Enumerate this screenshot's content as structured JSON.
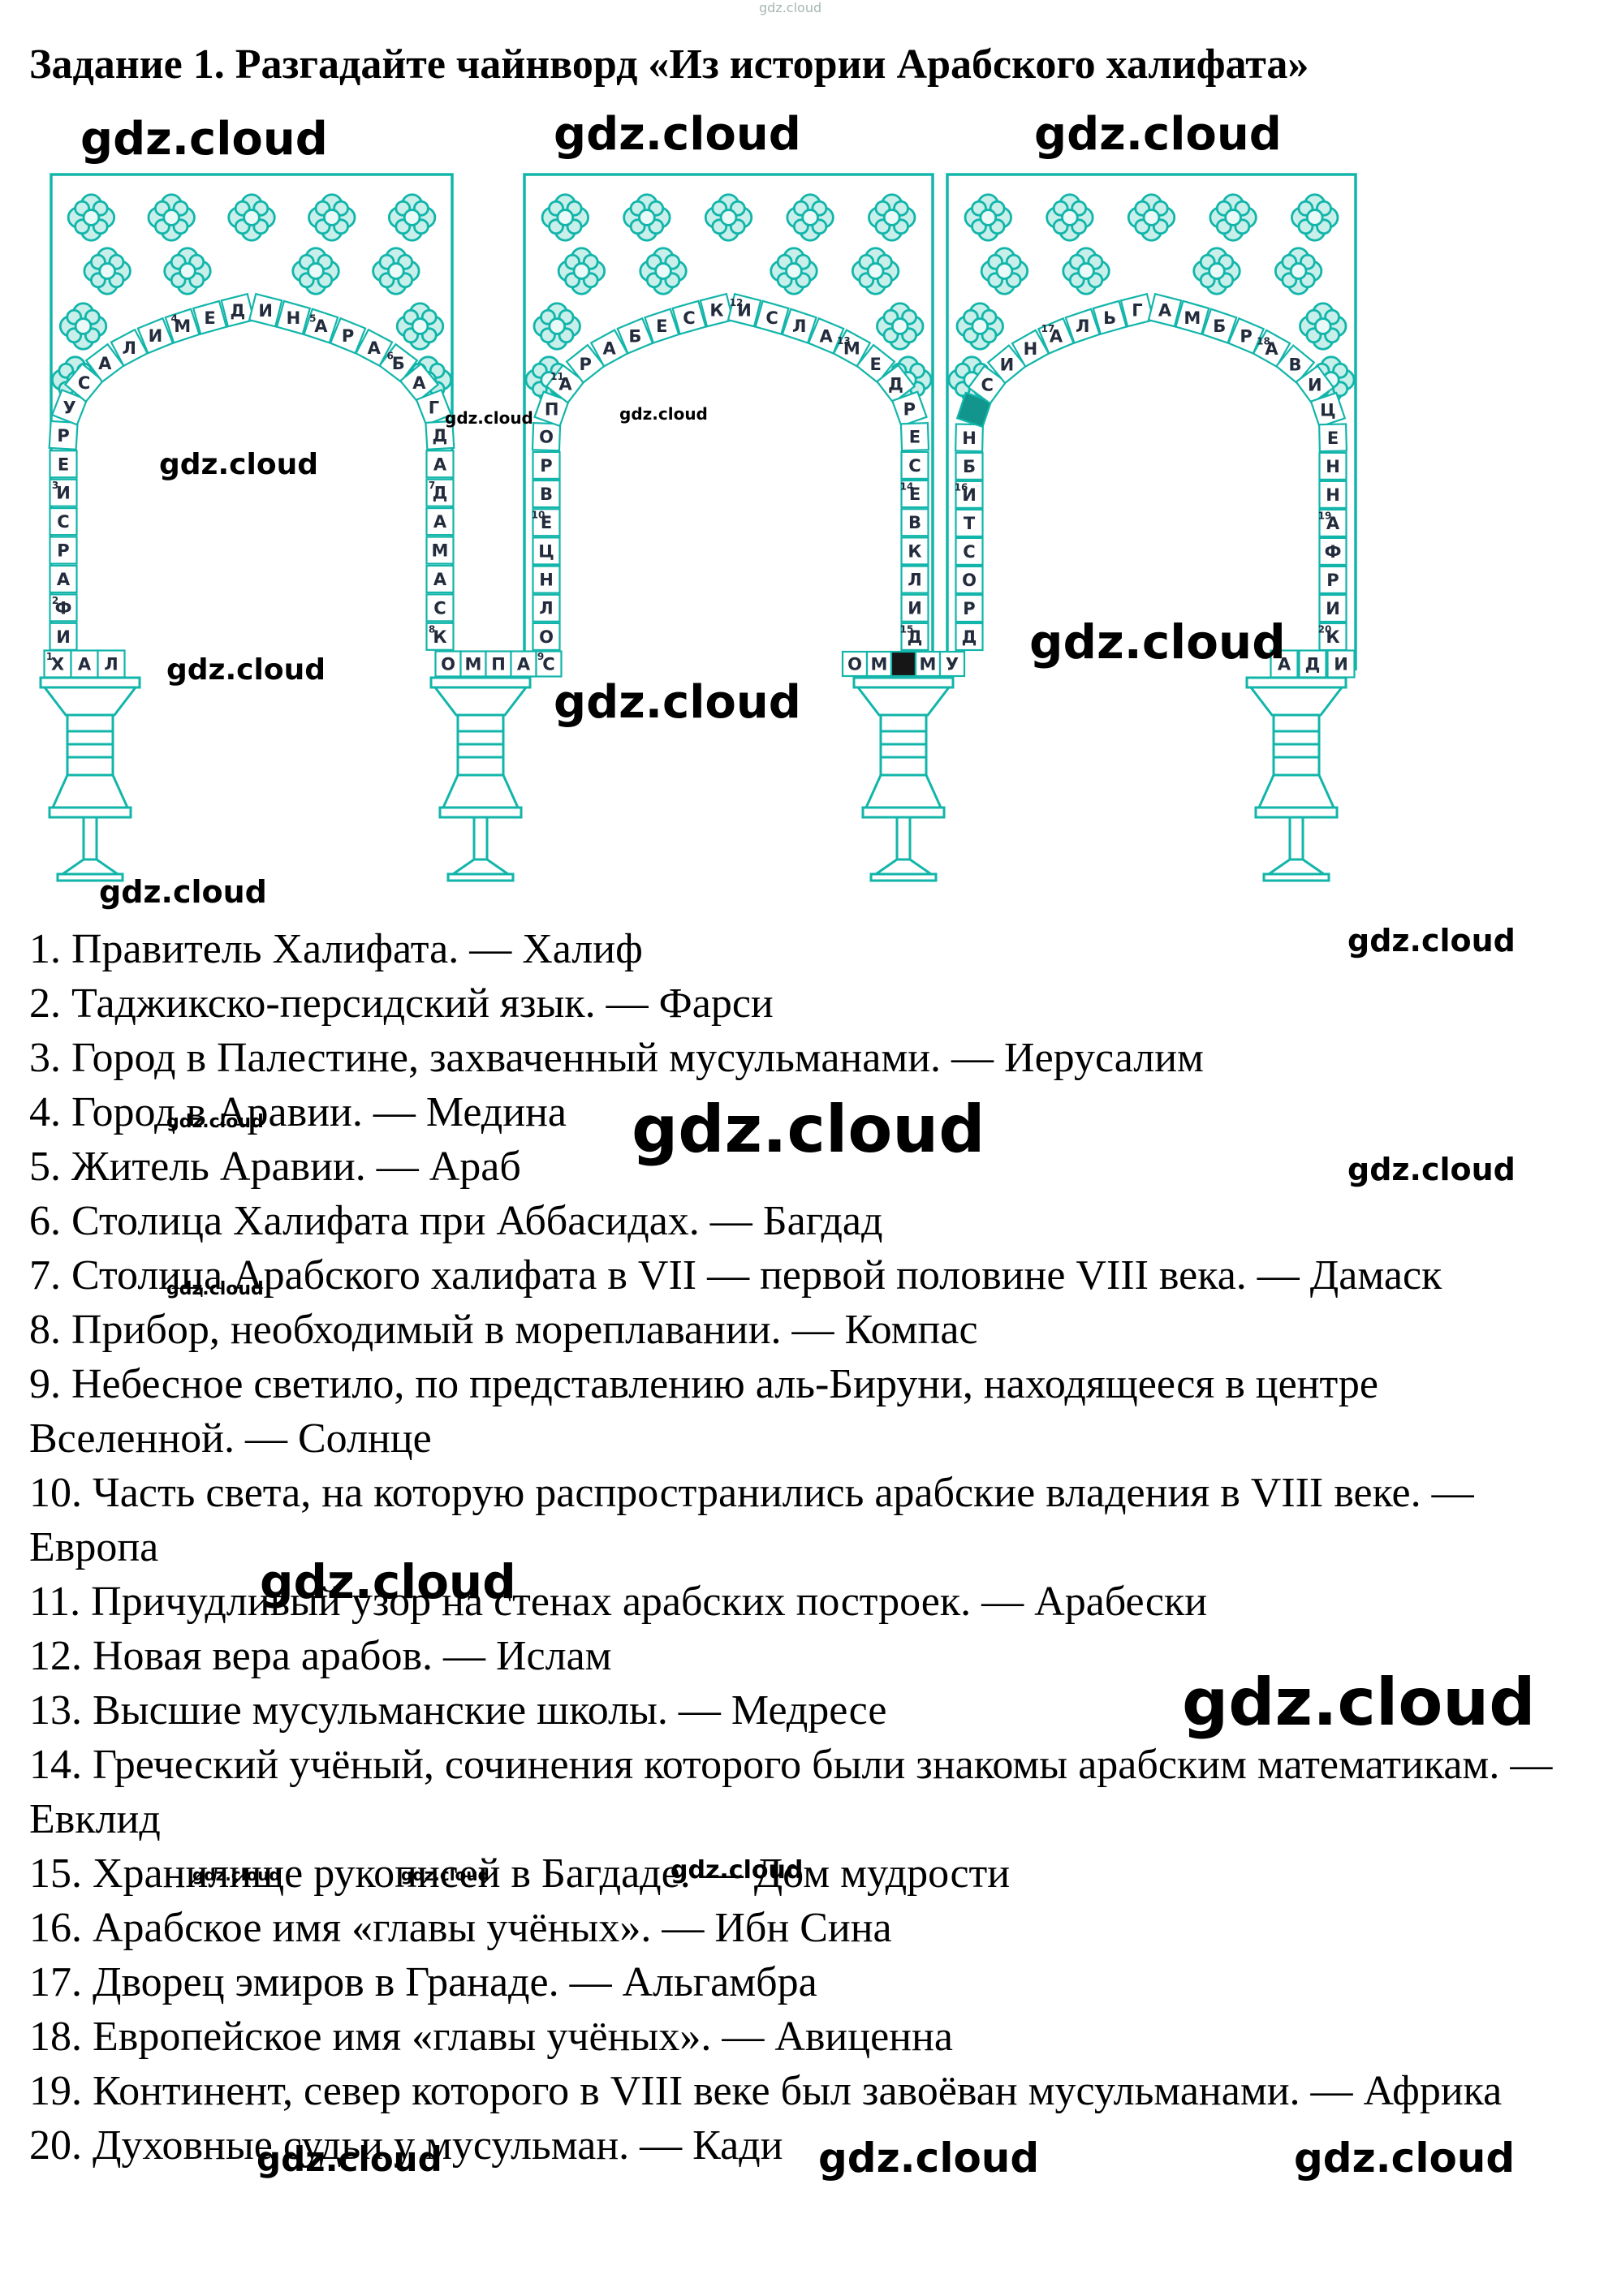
{
  "watermark": "gdz.cloud",
  "title": "Задание 1. Разгадайте чайнворд «Из истории Арабского халифата»",
  "colors": {
    "teal": "#12b5aa",
    "floret_fill": "#c9efeb",
    "floret_center": "#e9faf8",
    "letter": "#232c3d",
    "filled_cell_arch": "#12958c",
    "filled_cell_row": "#161616"
  },
  "puzzle": {
    "arches": [
      {
        "cells": [
          "И",
          "2Ф",
          "А",
          "Р",
          "С",
          "3И",
          "Е",
          "Р",
          "У",
          "С",
          "А",
          "Л",
          "И",
          "4М",
          "Е",
          "Д",
          "И",
          "Н",
          "5А",
          "Р",
          "А",
          "6Б",
          "А",
          "Г",
          "Д",
          "А",
          "7Д",
          "А",
          "М",
          "А",
          "С",
          "8К"
        ]
      },
      {
        "cells": [
          "О",
          "Л",
          "Н",
          "Ц",
          "10Е",
          "В",
          "Р",
          "О",
          "П",
          "11А",
          "Р",
          "А",
          "Б",
          "Е",
          "С",
          "К",
          "12И",
          "С",
          "Л",
          "А",
          "13М",
          "Е",
          "Д",
          "Р",
          "Е",
          "С",
          "14Е",
          "В",
          "К",
          "Л",
          "И",
          "15Д"
        ]
      },
      {
        "cells": [
          "Д",
          "Р",
          "О",
          "С",
          "Т",
          "16И",
          "Б",
          "Н",
          "■",
          "С",
          "И",
          "Н",
          "17А",
          "Л",
          "Ь",
          "Г",
          "А",
          "М",
          "Б",
          "Р",
          "18А",
          "В",
          "И",
          "Ц",
          "Е",
          "Н",
          "Н",
          "19А",
          "Ф",
          "Р",
          "И",
          "20К"
        ]
      }
    ],
    "bottom_rows": [
      {
        "cells": [
          "1Х",
          "А",
          "Л"
        ]
      },
      {
        "cells": [
          "О",
          "М",
          "П",
          "А",
          "9С"
        ]
      },
      {
        "cells": [
          "О",
          "М",
          "■",
          "М",
          "У"
        ]
      },
      {
        "cells": [
          "А",
          "Д",
          "И"
        ]
      }
    ]
  },
  "clues": [
    "1. Правитель Халифата. — Халиф",
    "2. Таджикско-персидский язык. — Фарси",
    "3. Город в Палестине, захваченный мусульманами. — Иерусалим",
    "4. Город в Аравии. — Медина",
    "5. Житель Аравии. — Араб",
    "6. Столица Халифата при Аббасидах. — Багдад",
    "7. Столица Арабского халифата в VII — первой половине VIII века. — Дамаск",
    "8. Прибор, необходимый в мореплавании. — Компас",
    "9. Небесное светило, по представлению аль-Бируни, находящееся в центре Вселенной. — Солнце",
    "10. Часть света, на которую распространились арабские владения в VIII веке. — Европа",
    "11. Причудливый узор на стенах арабских построек. — Арабески",
    "12. Новая вера арабов. — Ислам",
    "13. Высшие мусульманские школы. — Медресе",
    "14. Греческий учёный, сочинения которого были знакомы арабским математикам. — Евклид",
    "15. Хранилище рукописей в Багдаде. — Дом мудрости",
    "16. Арабское имя «главы учёных». — Ибн Сина",
    "17. Дворец эмиров в Гранаде. — Альгамбра",
    "18. Европейское имя «главы учёных». — Авиценна",
    "19. Континент, север которого в VIII веке был завоёван мусульманами. — Африка",
    "20. Духовные судьи у мусульман. — Кади"
  ]
}
